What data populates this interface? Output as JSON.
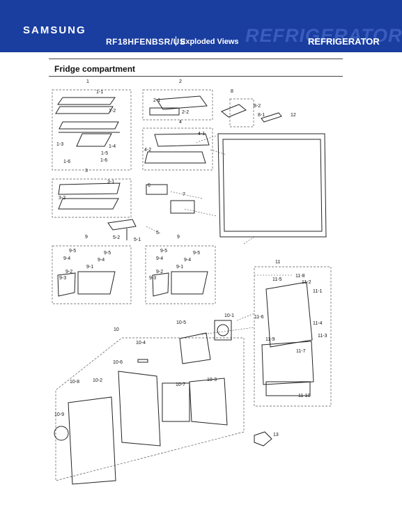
{
  "header": {
    "brand": "SAMSUNG",
    "model": "RF18HFENBSR/US",
    "view": "Exploded Views",
    "watermark": "REFRIGERATOR",
    "category": "REFRIGERATOR"
  },
  "section": {
    "title": "Fridge compartment"
  },
  "callouts": [
    "1",
    "1-1",
    "1-2",
    "1-3",
    "1-4",
    "1-5",
    "1-6",
    "1-6",
    "2",
    "2-1",
    "2-2",
    "8",
    "8-2",
    "8-1",
    "12",
    "4",
    "4-1",
    "4-2",
    "3",
    "3-1",
    "3-2",
    "6",
    "7",
    "5",
    "5-2",
    "5-1",
    "9",
    "9-5",
    "9-5",
    "9-4",
    "9-4",
    "9-1",
    "9-2",
    "9-3",
    "9",
    "9-5",
    "9-5",
    "9-4",
    "9-4",
    "9-1",
    "9-2",
    "9-3",
    "11",
    "11-8",
    "11-5",
    "11-2",
    "11-1",
    "11-6",
    "11-4",
    "11-3",
    "11-9",
    "11-7",
    "11-10",
    "10",
    "10-1",
    "10-5",
    "10-4",
    "10-6",
    "10-2",
    "10-8",
    "10-7",
    "10-3",
    "10-9",
    "13"
  ]
}
